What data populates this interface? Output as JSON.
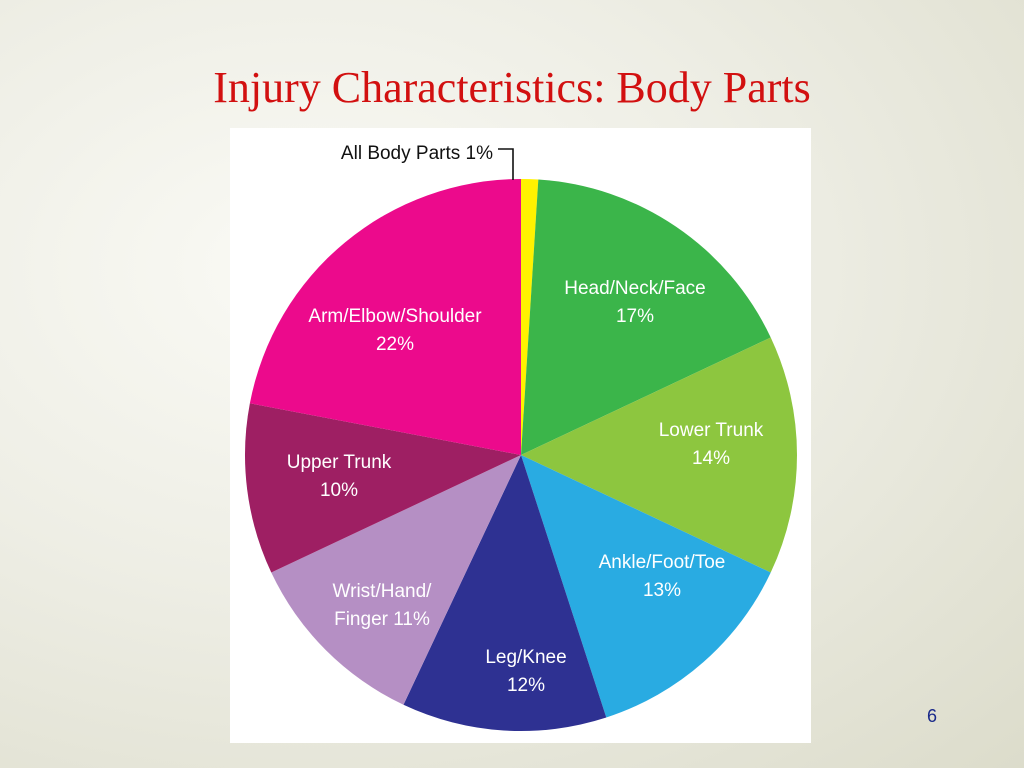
{
  "slide": {
    "title": "Injury Characteristics: Body Parts",
    "page_number": "6"
  },
  "chart_data": {
    "type": "pie",
    "categories": [
      "All Body Parts",
      "Head/Neck/Face",
      "Lower Trunk",
      "Ankle/Foot/Toe",
      "Leg/Knee",
      "Wrist/Hand/Finger",
      "Upper Trunk",
      "Arm/Elbow/Shoulder"
    ],
    "values": [
      1,
      17,
      14,
      13,
      12,
      11,
      10,
      22
    ],
    "colors": [
      "#fff200",
      "#3bb54a",
      "#8dc63f",
      "#29abe2",
      "#2e3192",
      "#b58fc4",
      "#9e1f63",
      "#ec0a8c"
    ],
    "labels": [
      [
        "All Body Parts 1%"
      ],
      [
        "Head/Neck/Face",
        "17%"
      ],
      [
        "Lower Trunk",
        "14%"
      ],
      [
        "Ankle/Foot/Toe",
        "13%"
      ],
      [
        "Leg/Knee",
        "12%"
      ],
      [
        "Wrist/Hand/",
        "Finger 11%"
      ],
      [
        "Upper Trunk",
        "10%"
      ],
      [
        "Arm/Elbow/Shoulder",
        "22%"
      ]
    ],
    "unit": "%"
  }
}
